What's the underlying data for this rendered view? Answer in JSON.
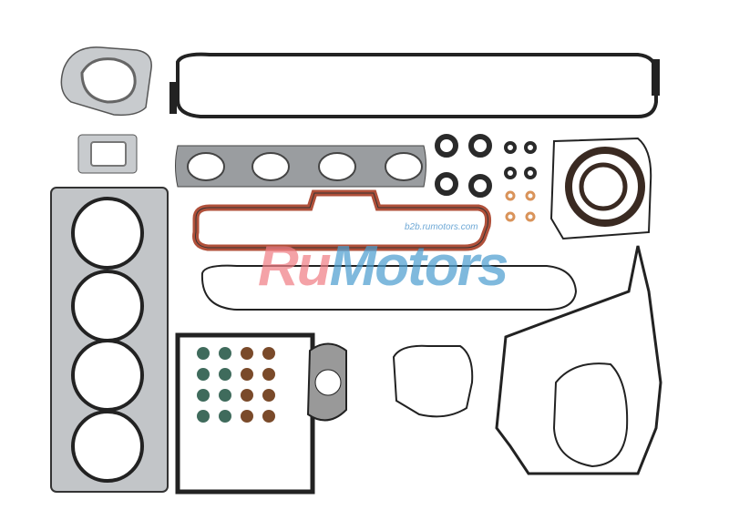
{
  "watermark": {
    "brand_part1": "Ru",
    "brand_part2": "Motors",
    "url": "b2b.rumotors.com"
  },
  "colors": {
    "gasket_dark": "#2a2a2a",
    "gasket_red": "#b0503a",
    "steel": "#b8bcc0",
    "seal_green": "#3f6b5c",
    "seal_brown": "#7a4a2a",
    "copper": "#d9935a",
    "brand_red": "#f07f86",
    "brand_blue": "#4e9fd0"
  }
}
